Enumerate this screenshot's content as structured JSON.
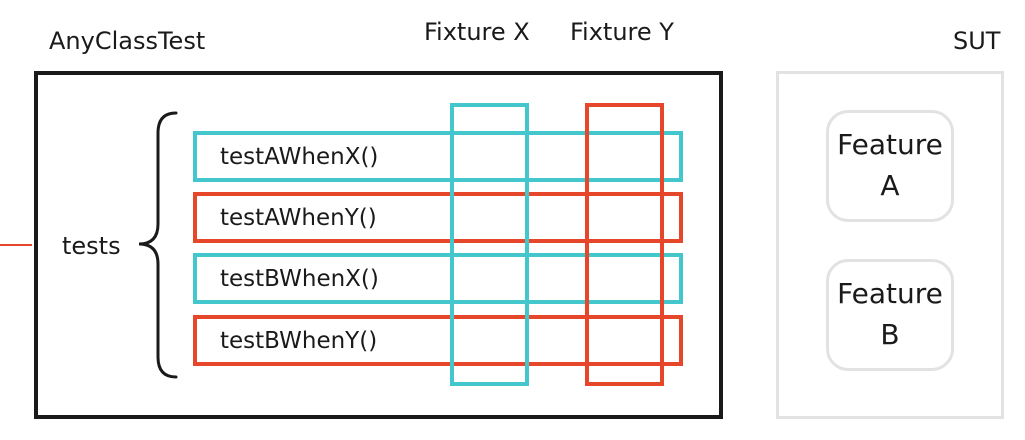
{
  "class_title": "AnyClassTest",
  "fixtures": [
    {
      "label": "Fixture X",
      "color": "#43c6cc"
    },
    {
      "label": "Fixture Y",
      "color": "#e6472b"
    }
  ],
  "sut_title": "SUT",
  "tests_group_label": "tests",
  "tests": [
    {
      "name": "testAWhenX()",
      "fixture": "X"
    },
    {
      "name": "testAWhenY()",
      "fixture": "Y"
    },
    {
      "name": "testBWhenX()",
      "fixture": "X"
    },
    {
      "name": "testBWhenY()",
      "fixture": "Y"
    }
  ],
  "features": [
    {
      "line1": "Feature",
      "line2": "A"
    },
    {
      "line1": "Feature",
      "line2": "B"
    }
  ],
  "colors": {
    "class_border": "#1a1a1a",
    "sut_border": "#e2e2e2",
    "fixture_x": "#43c6cc",
    "fixture_y": "#e6472b",
    "connector": "#e6472b"
  }
}
